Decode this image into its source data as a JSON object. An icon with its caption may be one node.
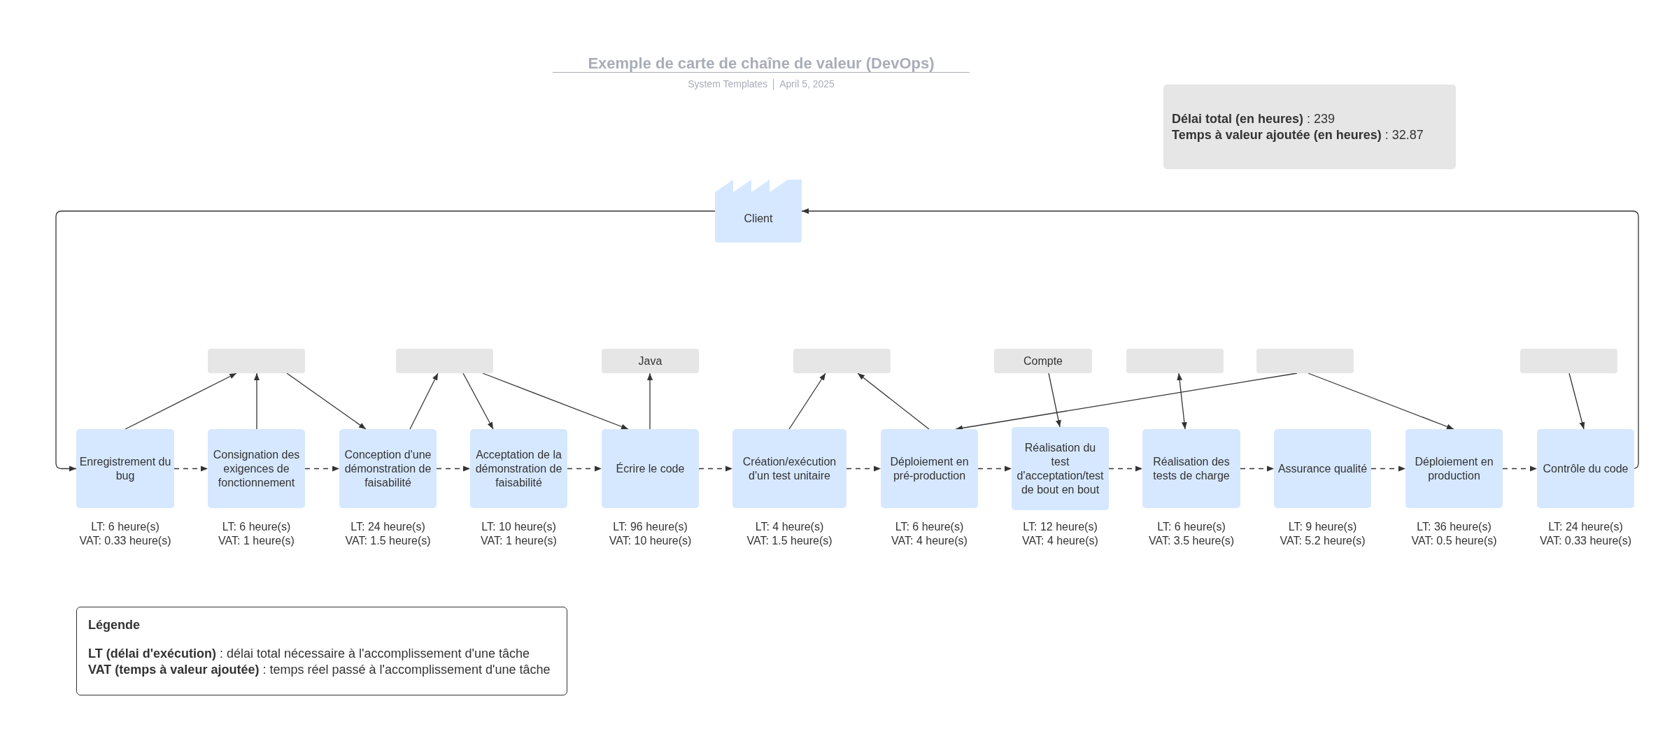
{
  "diagram": {
    "title": "Exemple de carte de chaîne de valeur (DevOps)",
    "nodes": [
      {
        "text": [
          "Client"
        ]
      },
      {
        "text": [],
        "shape": "box"
      },
      {
        "text": [],
        "shape": "box"
      },
      {
        "text": [
          "Java"
        ]
      },
      {
        "text": [],
        "shape": "box"
      },
      {
        "text": [
          "Compte"
        ]
      },
      {
        "text": [],
        "shape": "box"
      },
      {
        "text": [],
        "shape": "box"
      },
      {
        "text": [],
        "shape": "box"
      },
      {
        "text": [
          "Enregistrement du bug"
        ],
        "beside": [
          "LT: 6 heure(s)",
          "VAT: 0.33 heure(s)"
        ]
      },
      {
        "text": [
          "Consignation des exigences de fonctionnement"
        ],
        "beside": [
          "LT: 6 heure(s)",
          "VAT: 1 heure(s)"
        ]
      },
      {
        "text": [
          "Conception d'une démonstration de faisabilité"
        ],
        "beside": [
          "LT: 24 heure(s)",
          "VAT: 1.5 heure(s)"
        ]
      },
      {
        "text": [
          "Acceptation de la démonstration de faisabilité"
        ],
        "beside": [
          "LT: 10 heure(s)",
          "VAT: 1 heure(s)"
        ]
      },
      {
        "text": [
          "Écrire le code"
        ],
        "beside": [
          "LT: 96 heure(s)",
          "VAT: 10 heure(s)"
        ]
      },
      {
        "text": [
          "Création/exécution d'un test unitaire"
        ],
        "beside": [
          "LT: 4 heure(s)",
          "VAT: 1.5 heure(s)"
        ]
      },
      {
        "text": [
          "Déploiement en pré-production"
        ],
        "beside": [
          "LT: 6 heure(s)",
          "VAT: 4 heure(s)"
        ]
      },
      {
        "text": [
          "Réalisation du test d'acceptation/test de bout en bout"
        ],
        "beside": [
          "LT: 12 heure(s)",
          "VAT: 4 heure(s)"
        ]
      },
      {
        "text": [
          "Réalisation des tests de charge"
        ],
        "beside": [
          "LT: 6 heure(s)",
          "VAT: 3.5 heure(s)"
        ]
      },
      {
        "text": [
          "Assurance qualité"
        ],
        "beside": [
          "LT: 9 heure(s)",
          "VAT: 5.2 heure(s)"
        ]
      },
      {
        "text": [
          "Déploiement en production"
        ],
        "beside": [
          "LT: 36 heure(s)",
          "VAT: 0.5 heure(s)"
        ]
      },
      {
        "text": [
          "Contrôle du code"
        ],
        "beside": [
          "LT: 24 heure(s)",
          "VAT: 0.33 heure(s)"
        ]
      },
      {
        "text": [
          "**Délai total (en heures)** : 239",
          "**Temps à valeur ajoutée (en heures)** : 32.87"
        ]
      },
      {
        "text": [
          "Légende",
          "**LT (délai d'exécution)** : délai total nécessaire à l'accomplissement d'une tâche",
          "**VAT (temps à valeur ajoutée)** : temps réel passé à l'accomplissement d'une tâche"
        ]
      }
    ],
    "edges": [
      {
        "from": 9,
        "to": 10,
        "arrow": "to",
        "style": "dashed"
      },
      {
        "from": 10,
        "to": 11,
        "arrow": "to",
        "style": "dashed"
      },
      {
        "from": 11,
        "to": 12,
        "arrow": "to",
        "style": "dashed"
      },
      {
        "from": 12,
        "to": 13,
        "arrow": "to",
        "style": "dashed"
      },
      {
        "from": 13,
        "to": 14,
        "arrow": "to",
        "style": "dashed"
      },
      {
        "from": 14,
        "to": 15,
        "arrow": "to",
        "style": "dashed"
      },
      {
        "from": 15,
        "to": 16,
        "arrow": "to",
        "style": "dashed"
      },
      {
        "from": 16,
        "to": 17,
        "arrow": "to",
        "style": "dashed"
      },
      {
        "from": 17,
        "to": 18,
        "arrow": "to",
        "style": "dashed"
      },
      {
        "from": 18,
        "to": 19,
        "arrow": "to",
        "style": "dashed"
      },
      {
        "from": 19,
        "to": 20,
        "arrow": "to",
        "style": "dashed"
      },
      {
        "from": 20,
        "to": 0,
        "arrow": "to"
      },
      {
        "from": 0,
        "to": 9,
        "arrow": "to"
      },
      {
        "from": 9,
        "to": 1,
        "arrow": "to"
      },
      {
        "from": 10,
        "to": 1,
        "arrow": "to"
      },
      {
        "from": 1,
        "to": 11,
        "arrow": "to"
      },
      {
        "from": 11,
        "to": 2,
        "arrow": "to"
      },
      {
        "from": 2,
        "to": 12,
        "arrow": "to"
      },
      {
        "from": 2,
        "to": 13,
        "arrow": "to"
      },
      {
        "from": 13,
        "to": 3,
        "arrow": "to"
      },
      {
        "from": 14,
        "to": 4,
        "arrow": "to"
      },
      {
        "from": 15,
        "to": 4,
        "arrow": "to"
      },
      {
        "from": 5,
        "to": 16,
        "arrow": "to"
      },
      {
        "from": 6,
        "to": 17,
        "arrow": "both"
      },
      {
        "from": 7,
        "to": 15,
        "arrow": "to"
      },
      {
        "from": 7,
        "to": 19,
        "arrow": "to"
      },
      {
        "from": 8,
        "to": 20,
        "arrow": "to"
      }
    ],
    "labels": [
      "System Templates",
      "April 5, 2025"
    ]
  }
}
